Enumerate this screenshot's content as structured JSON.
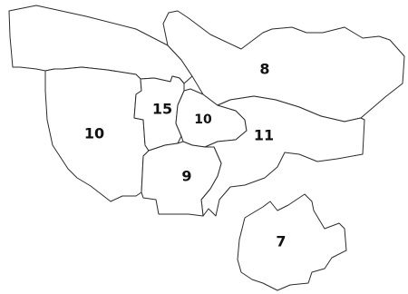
{
  "map": {
    "regions": [
      {
        "id": "west",
        "label": "10"
      },
      {
        "id": "north-center",
        "label": "15"
      },
      {
        "id": "center",
        "label": "10"
      },
      {
        "id": "north",
        "label": "8"
      },
      {
        "id": "east",
        "label": "11"
      },
      {
        "id": "south",
        "label": "9"
      },
      {
        "id": "southeast",
        "label": "7"
      }
    ],
    "colors": {
      "fill": "#ffffff",
      "stroke": "#2b2b2b",
      "label": "#111111"
    }
  }
}
